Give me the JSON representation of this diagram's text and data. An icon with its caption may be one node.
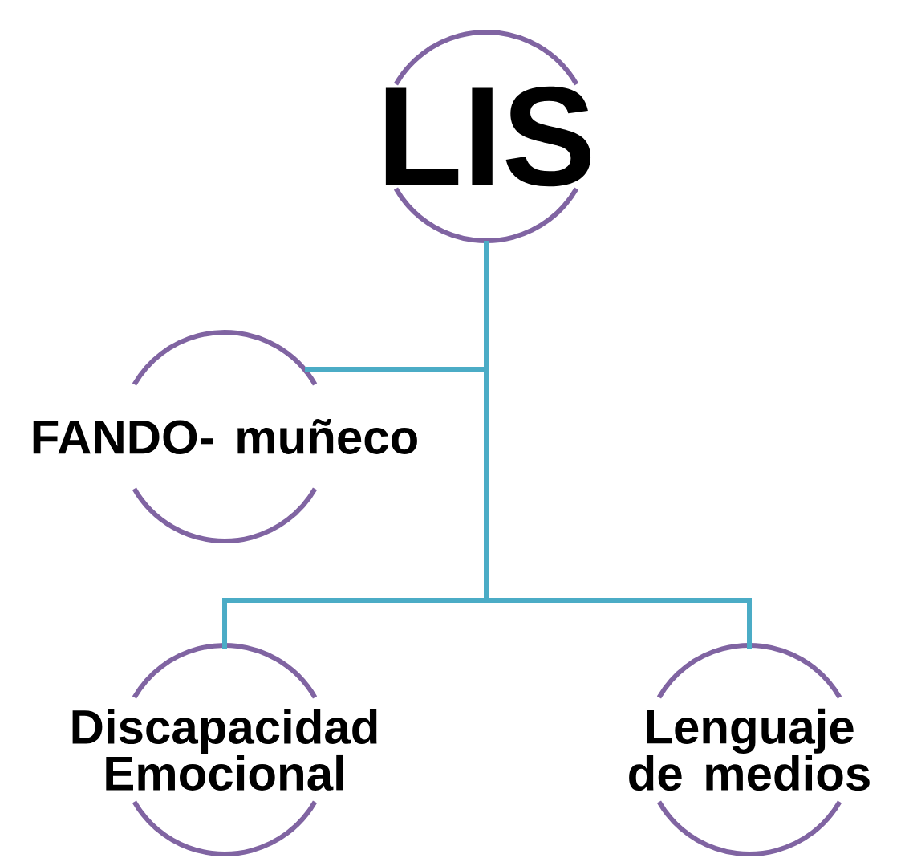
{
  "diagram": {
    "nodes": [
      {
        "text": [
          "LIS"
        ]
      },
      {
        "text": [
          "FANDO- muñeco"
        ]
      },
      {
        "text": [
          "Discapacidad Emocional"
        ]
      },
      {
        "text": [
          "Lenguaje de medios"
        ]
      }
    ],
    "edges": [
      {
        "from": 0,
        "to": 1,
        "arrow": "none"
      },
      {
        "from": 0,
        "to": 2,
        "arrow": "none"
      },
      {
        "from": 0,
        "to": 3,
        "arrow": "none"
      }
    ]
  }
}
